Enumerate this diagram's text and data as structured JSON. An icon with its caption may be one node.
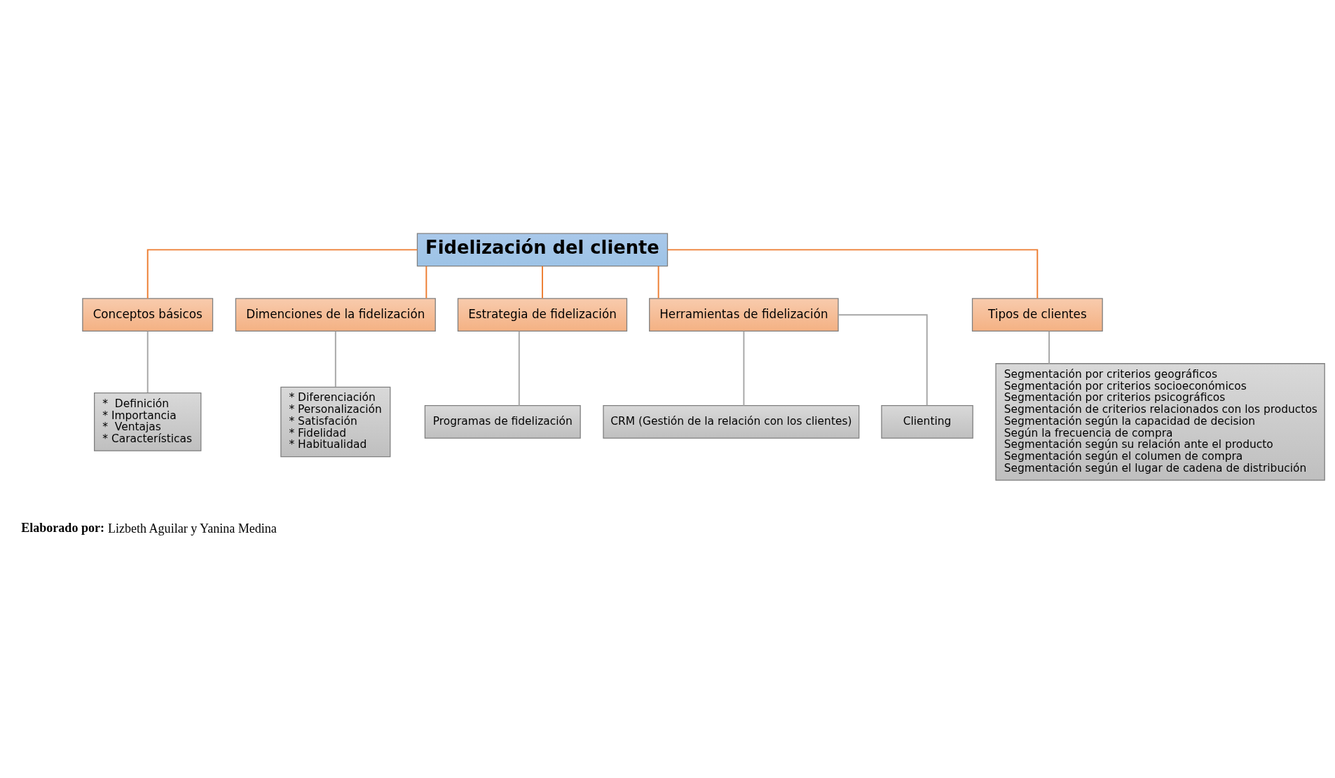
{
  "diagram": {
    "nodes": [
      {
        "text": [
          "Fidelización del cliente"
        ]
      },
      {
        "text": [
          "Conceptos básicos"
        ]
      },
      {
        "text": [
          "Dimenciones de la fidelización"
        ]
      },
      {
        "text": [
          "Estrategia de fidelización"
        ]
      },
      {
        "text": [
          "Herramientas de fidelización"
        ]
      },
      {
        "text": [
          "Tipos de clientes"
        ]
      },
      {
        "text": [
          "*  Definición",
          "* Importancia",
          "*  Ventajas",
          "* Características"
        ]
      },
      {
        "text": [
          "* Diferenciación",
          "* Personalización",
          "* Satisfación",
          "* Fidelidad",
          "* Habitualidad"
        ]
      },
      {
        "text": [
          "Programas de fidelización"
        ]
      },
      {
        "text": [
          "CRM (Gestión de la relación con los clientes)"
        ]
      },
      {
        "text": [
          "Clienting"
        ]
      },
      {
        "text": [
          "Segmentación por criterios geográficos",
          "Segmentación por criterios socioeconómicos",
          "Segmentación por criterios psicográficos",
          "Segmentación de criterios relacionados con los productos",
          "Segmentación según la capacidad de decision",
          "Según la frecuencia de compra",
          "Segmentación según su relación ante el producto",
          "Segmentación según el columen de compra",
          "Segmentación según el lugar de cadena de distribución"
        ]
      }
    ],
    "edges": [
      {
        "from": 0,
        "to": 1,
        "arrow": "none",
        "color": "#ed7d31"
      },
      {
        "from": 0,
        "to": 2,
        "arrow": "none",
        "color": "#ed7d31"
      },
      {
        "from": 0,
        "to": 3,
        "arrow": "none",
        "color": "#ed7d31"
      },
      {
        "from": 0,
        "to": 4,
        "arrow": "none",
        "color": "#ed7d31"
      },
      {
        "from": 0,
        "to": 5,
        "arrow": "none",
        "color": "#ed7d31"
      },
      {
        "from": 1,
        "to": 6,
        "arrow": "none"
      },
      {
        "from": 2,
        "to": 7,
        "arrow": "none"
      },
      {
        "from": 3,
        "to": 8,
        "arrow": "none"
      },
      {
        "from": 4,
        "to": 9,
        "arrow": "none"
      },
      {
        "from": 4,
        "to": 10,
        "arrow": "none"
      },
      {
        "from": 5,
        "to": 11,
        "arrow": "none"
      }
    ],
    "labels": [
      "**Elaborado por:** Lizbeth Aguilar y Yanina Medina"
    ]
  }
}
